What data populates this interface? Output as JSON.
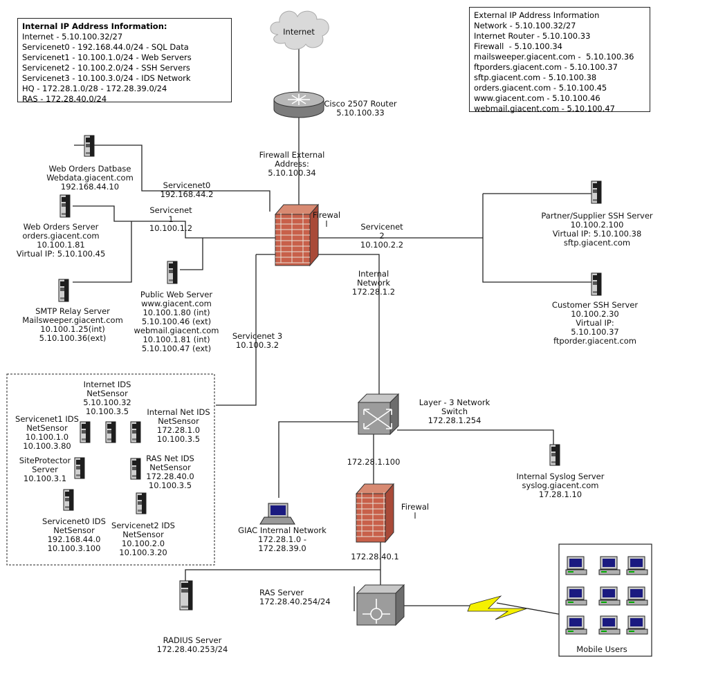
{
  "internal_info": {
    "title": "Internal IP Address Information:",
    "rows": [
      "Internet - 5.10.100.32/27",
      "Servicenet0 - 192.168.44.0/24 - SQL Data",
      "Servicenet1 - 10.100.1.0/24 - Web Servers",
      "Servicenet2 - 10.100.2.0/24 - SSH Servers",
      "Servicenet3 - 10.100.3.0/24 - IDS Network",
      "HQ - 172.28.1.0/28 - 172.28.39.0/24",
      "RAS - 172.28.40.0/24"
    ]
  },
  "external_info": {
    "title": "External IP Address Information",
    "rows": [
      "Network - 5.10.100.32/27",
      "Internet Router - 5.10.100.33",
      "Firewall  - 5.10.100.34",
      "mailsweeper.giacent.com -  5.10.100.36",
      "ftporders.giacent.com - 5.10.100.37",
      "sftp.giacent.com - 5.10.100.38",
      "orders.giacent.com - 5.10.100.45",
      "www.giacent.com - 5.10.100.46",
      "webmail.giacent.com - 5.10.100.47"
    ]
  },
  "labels": {
    "internet": "Internet",
    "router": "Cisco 2507 Router\n5.10.100.33",
    "fw_external": "Firewall External\nAddress:\n5.10.100.34",
    "fw1": "Firewal\nl",
    "fw2": "Firewal\nl",
    "web_orders_db": "Web Orders Datbase\nWebdata.giacent.com\n192.168.44.10",
    "servicenet0": "Servicenet0\n192.168.44.2",
    "servicenet1": "Servicenet\n1\n10.100.1.2",
    "web_orders_server": "Web Orders Server\norders.giacent.com\n10.100.1.81\nVirtual IP: 5.10.100.45",
    "servicenet2": "Servicenet\n2\n10.100.2.2",
    "partner_ssh": "Partner/Supplier SSH Server\n10.100.2.100\nVirtual IP: 5.10.100.38\nsftp.giacent.com",
    "internal_network": "Internal\nNetwork\n172.28.1.2",
    "customer_ssh": "Customer SSH Server\n10.100.2.30\nVirtual IP:\n5.10.100.37\nftporder.giacent.com",
    "public_web": "Public Web Server\nwww.giacent.com\n10.100.1.80 (int)\n5.10.100.46 (ext)\nwebmail.giacent.com\n10.100.1.81 (int)\n5.10.100.47 (ext)",
    "smtp_relay": "SMTP Relay Server\nMailsweeper.giacent.com\n10.100.1.25(int)\n5.10.100.36(ext)",
    "servicenet3": "Servicenet 3\n10.100.3.2",
    "internet_ids": "Internet IDS\nNetSensor\n5.10.100.32\n10.100.3.5",
    "internal_net_ids": "Internal Net IDS\nNetSensor\n172.28.1.0\n10.100.3.5",
    "servicenet1_ids": "Servicenet1 IDS\nNetSensor\n10.100.1.0\n10.100.3.80",
    "siteprotector": "SiteProtector\nServer\n10.100.3.1",
    "ras_net_ids": "RAS Net IDS\nNetSensor\n172.28.40.0\n10.100.3.5",
    "servicenet0_ids": "Servicenet0 IDS\nNetSensor\n192.168.44.0\n10.100.3.100",
    "servicenet2_ids": "Servicenet2 IDS\nNetSensor\n10.100.2.0\n10.100.3.20",
    "layer3_switch": "Layer - 3 Network\nSwitch\n172.28.1.254",
    "switch_ip": "172.28.1.100",
    "syslog": "Internal Syslog Server\nsyslog.giacent.com\n17.28.1.10",
    "giac_internal": "GIAC Internal Network\n172.28.1.0 -\n172.28.39.0",
    "fw2_ip": "172.28.40.1",
    "ras_server": "RAS Server\n172.28.40.254/24",
    "radius": "RADIUS Server\n172.28.40.253/24",
    "mobile_users": "Mobile Users"
  },
  "colors": {
    "line": "#222222",
    "brick": "#c8604a",
    "mortar": "#e8e2d8",
    "device_gray": "#9c9c9c",
    "lightning": "#f5f000",
    "monitor_screen": "#1a1a80"
  },
  "icons": {
    "internet": "cloud-icon",
    "router": "router-icon",
    "firewall": "firewall-icon",
    "server": "server-icon",
    "switch": "switch-icon",
    "workstation": "workstation-icon",
    "lightning": "lightning-bolt-icon"
  }
}
